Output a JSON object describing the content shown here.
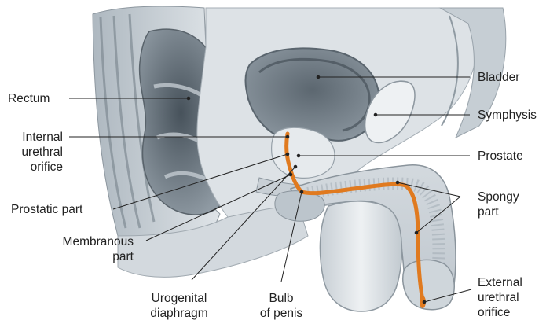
{
  "labels": {
    "rectum": "Rectum",
    "internal_urethral_orifice": "Internal\nurethral\norifice",
    "prostatic_part": "Prostatic part",
    "membranous_part": "Membranous\npart",
    "urogenital_diaphragm": "Urogenital\ndiaphragm",
    "bulb_of_penis": "Bulb\nof penis",
    "bladder": "Bladder",
    "symphysis": "Symphysis",
    "prostate": "Prostate",
    "spongy_part": "Spongy\npart",
    "external_urethral_orifice": "External\nurethral\norifice"
  },
  "colors": {
    "urethra": "#e07a1f",
    "tissue": "#c9d0d6",
    "dark_tissue": "#6f7b85",
    "bone": "#b7c0c7",
    "leader": "#222222"
  }
}
